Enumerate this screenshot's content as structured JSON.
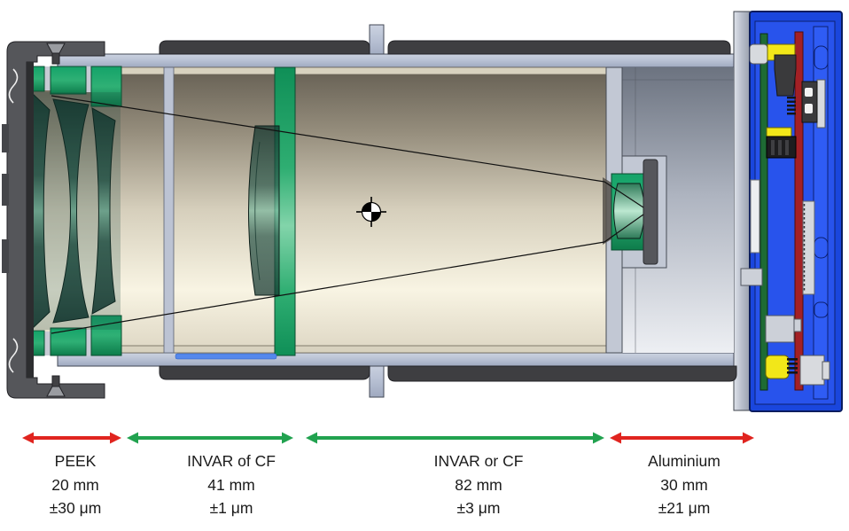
{
  "legend": {
    "segments": [
      {
        "material": "PEEK",
        "length": "20 mm",
        "tolerance": "±30 μm",
        "color": "#e0241f"
      },
      {
        "material": "INVAR of CF",
        "length": "41 mm",
        "tolerance": "±1 μm",
        "color": "#21a24f"
      },
      {
        "material": "INVAR or CF",
        "length": "82 mm",
        "tolerance": "±3 μm",
        "color": "#21a24f"
      },
      {
        "material": "Aluminium",
        "length": "30 mm",
        "tolerance": "±21 μm",
        "color": "#e0241f"
      }
    ]
  },
  "symbols": {
    "center_of_mass": "quartered-circle center-of-mass marker"
  },
  "colors": {
    "arrowRed": "#e0241f",
    "arrowGreen": "#21a24f",
    "housingBlue": "#1a46dd",
    "housingBlueLight": "#2f5cf4",
    "pcbRed": "#a32025",
    "pcbGreen": "#1e6b34",
    "mountGreen": "#14a369",
    "componentYellow": "#f2e719",
    "tubeGray": "#b7c0d3",
    "barrelTan": "#d8d2bf",
    "gripDark": "#3e3e41",
    "glueBlue": "#5588ec"
  }
}
